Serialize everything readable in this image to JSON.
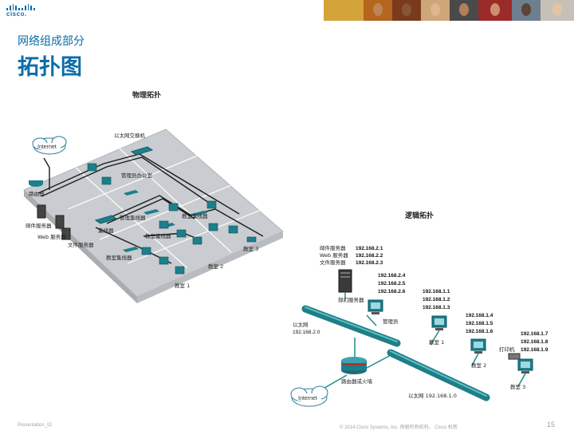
{
  "header": {
    "brand": "cisco.",
    "subtitle": "网络组成部分",
    "title": "拓扑图"
  },
  "physical": {
    "heading": "物理拓扑",
    "cloud": "Internet",
    "labels": {
      "switch_top": "以太网交换机",
      "admin_office": "管理员办公室",
      "router": "路由器",
      "mail_server": "邮件服务器",
      "web_server": "Web 服务器",
      "hub": "集线器",
      "file_server": "文件服务器",
      "admin_hub": "管理集线器",
      "class_hub_a": "教室集线器",
      "class_hub_b": "教室集线器",
      "class_hub_c": "教室集线器",
      "class3": "教室 3",
      "class2": "教室 2",
      "class1": "教室 1"
    }
  },
  "logical": {
    "heading": "逻辑拓扑",
    "server_names": [
      "邮件服务器",
      "Web 服务器",
      "文件服务器"
    ],
    "server_ips": [
      "192.168.2.1",
      "192.168.2.2",
      "192.168.2.3"
    ],
    "admin_ips": [
      "192.168.2.4",
      "192.168.2.5",
      "192.168.2.6"
    ],
    "office_server": "部门服务器",
    "ethernet_top": "以太网",
    "ethernet_top_net": "192.168.2.0",
    "admin_pc": "管理员",
    "class1_ips": [
      "192.168.1.1",
      "192.168.1.2",
      "192.168.1.3"
    ],
    "class1": "教室 1",
    "class2_ips": [
      "192.168.1.4",
      "192.168.1.5",
      "192.168.1.6"
    ],
    "class2": "教室 2",
    "class3_ips": [
      "192.168.1.7",
      "192.168.1.8",
      "192.168.1.9"
    ],
    "printer": "打印机",
    "class3": "教室 3",
    "router": "路由器或火墙",
    "ethernet_bottom": "以太网 192.168.1.0",
    "cloud": "Internet"
  },
  "footer": {
    "left": "Presentation_ID",
    "center": "© 2014 Cisco Systems, Inc. 保留所有权利。 Cisco 机密",
    "page": "15"
  },
  "colors": {
    "brand_blue": "#0a6da8",
    "floor": "#c9ccd0",
    "cable_teal": "#1f8a8a",
    "pc_teal": "#1c7f8c"
  }
}
